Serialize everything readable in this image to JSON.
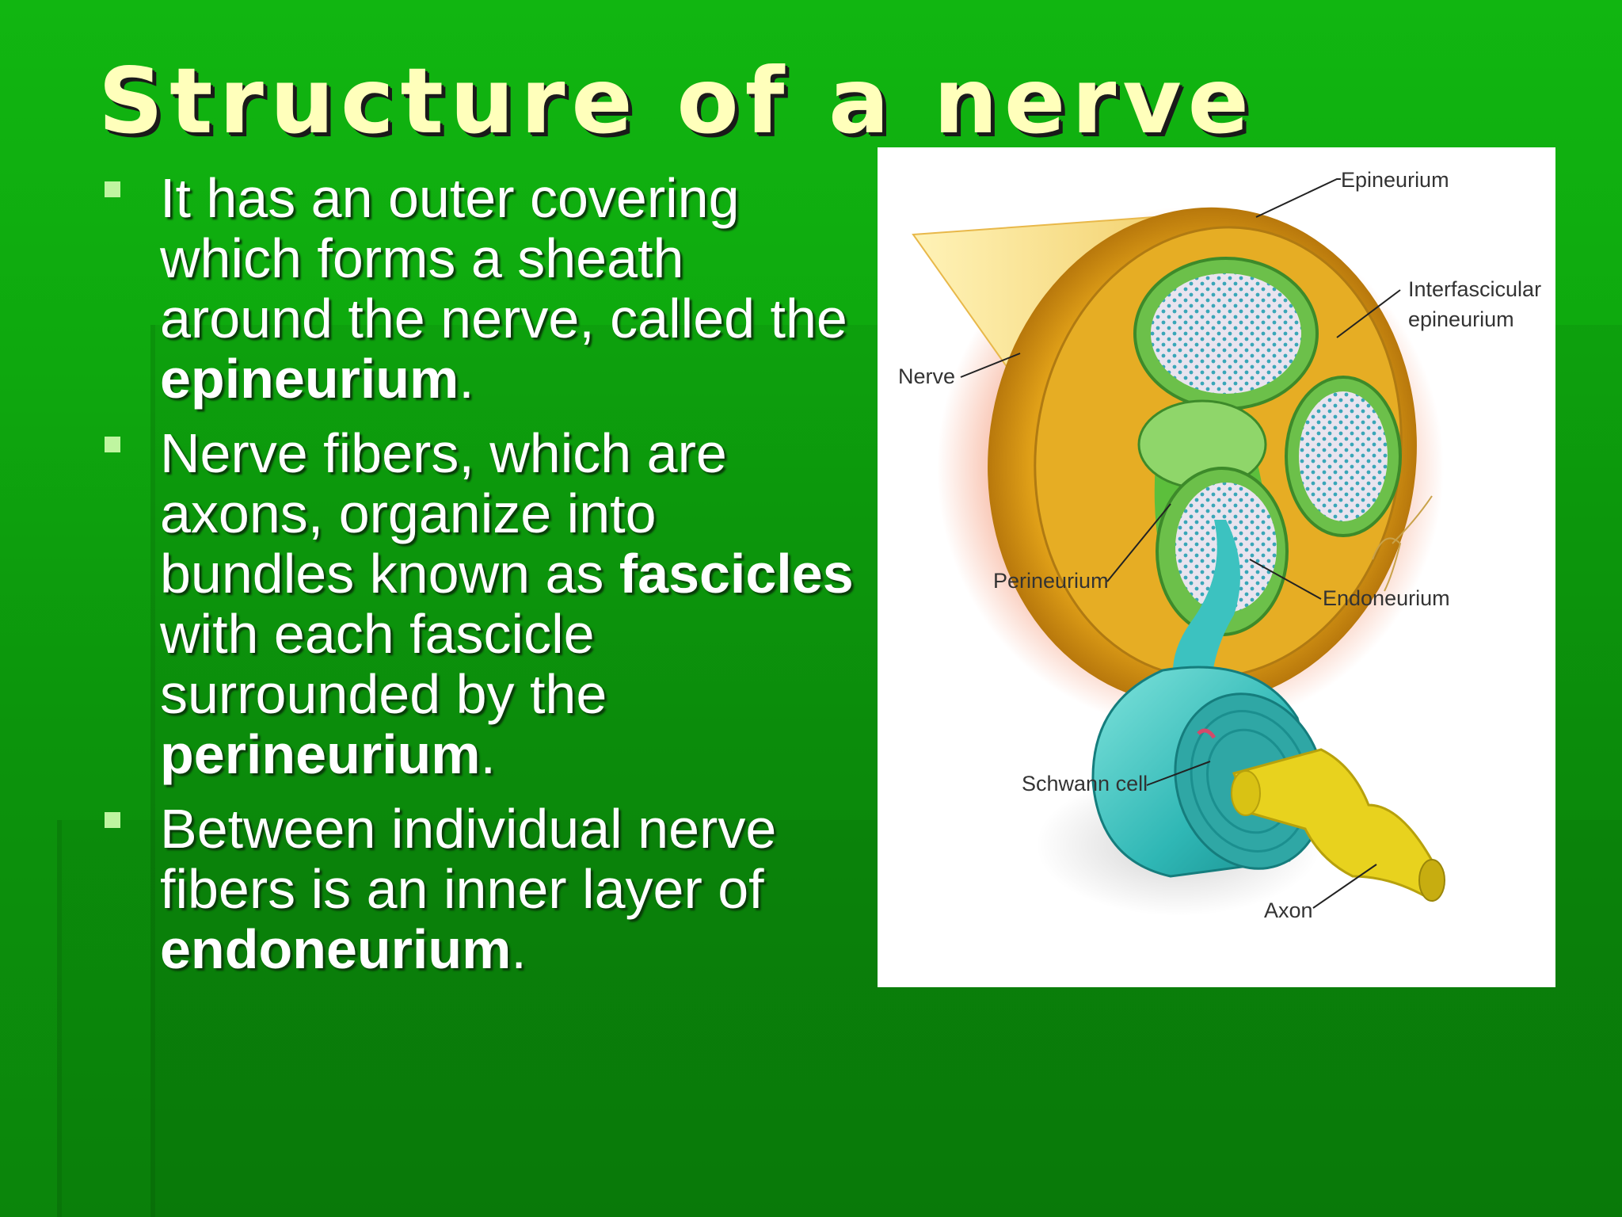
{
  "slide": {
    "title": "Structure of a nerve",
    "bullets": [
      {
        "pre": "It has an outer covering which forms a sheath around the nerve, called the ",
        "bold": "epineurium",
        "post": "."
      },
      {
        "pre": "Nerve fibers, which are axons, organize into bundles known as ",
        "bold": "fascicles",
        "mid": " with each fascicle surrounded by the ",
        "bold2": "perineurium",
        "post": "."
      },
      {
        "pre": "Between individual nerve fibers is an inner layer of ",
        "bold": "endoneurium",
        "post": "."
      }
    ]
  },
  "figure": {
    "labels": {
      "epineurium": "Epineurium",
      "interfascicular_1": "Interfascicular",
      "interfascicular_2": "epineurium",
      "nerve": "Nerve",
      "perineurium": "Perineurium",
      "endoneurium": "Endoneurium",
      "schwann": "Schwann cell",
      "axon": "Axon"
    }
  },
  "colors": {
    "background": "#0fa50f",
    "title": "#ffffbb",
    "bullet_marker": "#bff5a0",
    "epineurium": "#e8a81e",
    "fascicle_ring": "#6cc04a",
    "schwann": "#3cc2c0",
    "axon": "#e8d21e"
  }
}
